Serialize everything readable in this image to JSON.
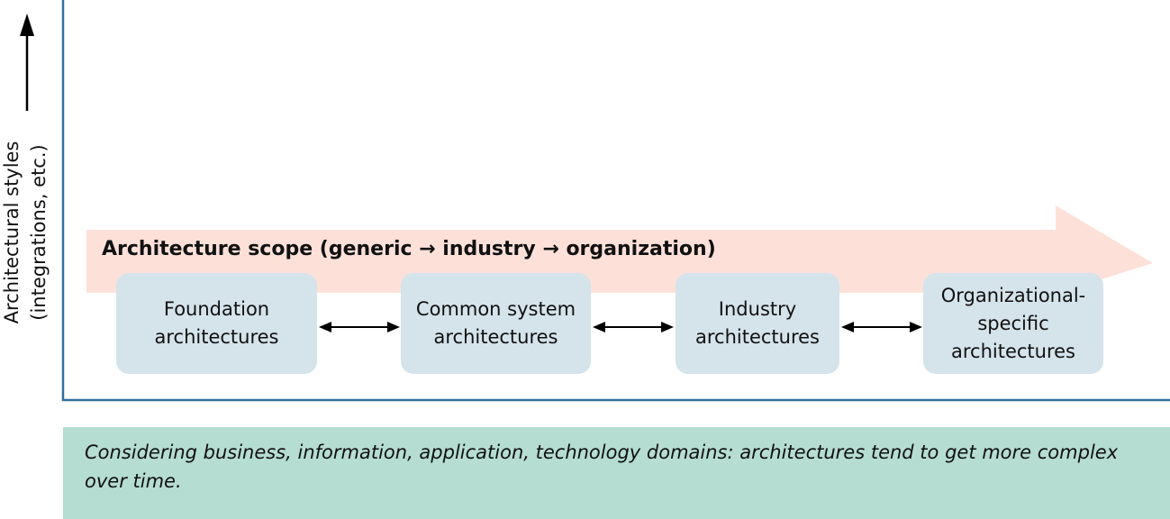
{
  "axis": {
    "y_label_line1": "Architectural styles",
    "y_label_line2": "(integrations, etc.)"
  },
  "scope": {
    "label": "Architecture scope (generic  → industry → organization)",
    "color": "#fde1d9"
  },
  "boxes": [
    {
      "label": "Foundation\narchitectures"
    },
    {
      "label": "Common system\narchitectures"
    },
    {
      "label": "Industry\narchitectures"
    },
    {
      "label": "Organizational-\nspecific\narchitectures"
    }
  ],
  "box_color": "#d5e3ea",
  "note": {
    "text": "Considering business, information, application, technology domains: architectures tend to get more complex over time.",
    "color": "#b5ddd1"
  },
  "axis_color": "#2f6f9f"
}
